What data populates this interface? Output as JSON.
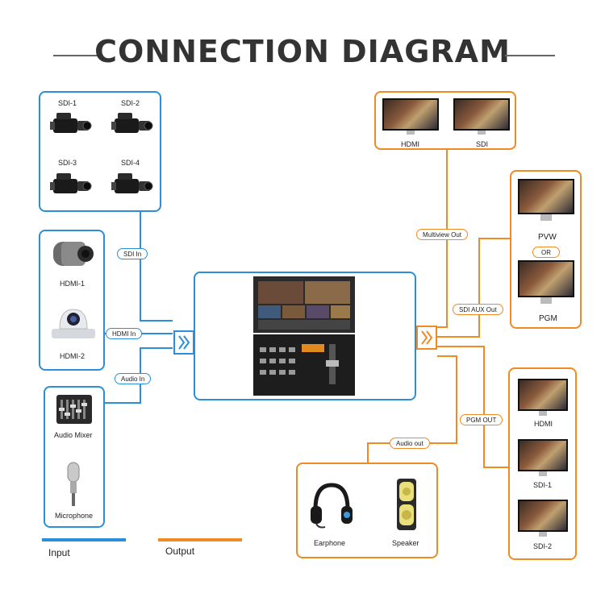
{
  "title": "CONNECTION DIAGRAM",
  "colors": {
    "input": "#2a8fd8",
    "output": "#f08a24"
  },
  "inputs": {
    "sdi": [
      "SDI-1",
      "SDI-2",
      "SDI-3",
      "SDI-4"
    ],
    "hdmi": [
      "HDMI-1",
      "HDMI-2"
    ],
    "audio": [
      "Audio Mixer",
      "Microphone"
    ]
  },
  "connectors": {
    "sdi_in": "SDI In",
    "hdmi_in": "HDMI In",
    "audio_in": "Audio In",
    "multiview_out": "Multiview Out",
    "sdi_aux_out": "SDI  AUX  Out",
    "pgm_out": "PGM OUT",
    "audio_out": "Audio out"
  },
  "outputs": {
    "multiview": [
      "HDMI",
      "SDI"
    ],
    "aux": {
      "top": "PVW",
      "or": "OR",
      "bottom": "PGM"
    },
    "pgm": [
      "HDMI",
      "SDI-1",
      "SDI-2"
    ],
    "audio": [
      "Earphone",
      "Speaker"
    ]
  },
  "legend": {
    "input": "Input",
    "output": "Output"
  }
}
